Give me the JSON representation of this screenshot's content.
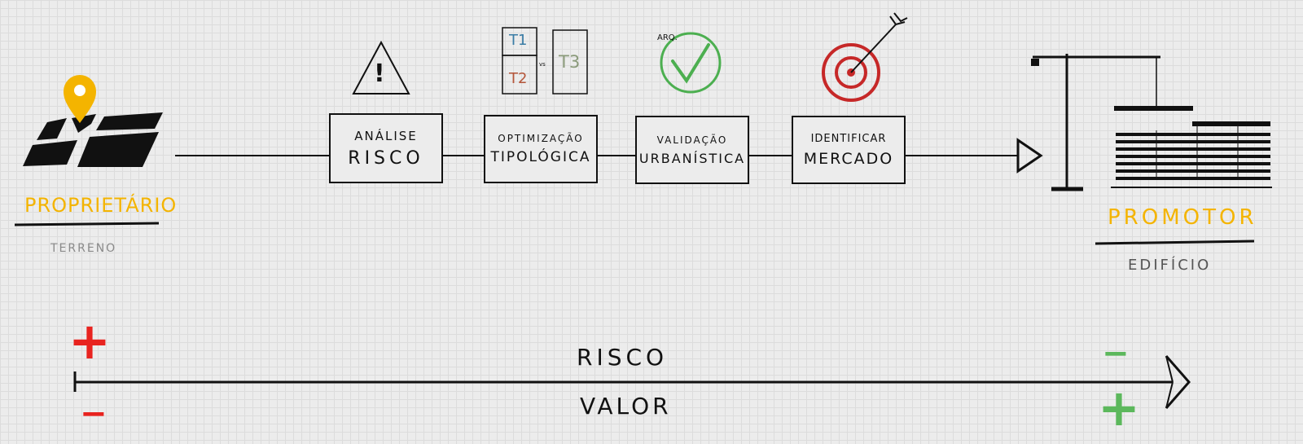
{
  "left": {
    "title": "PROPRIETÁRIO",
    "subtitle": "TERRENO"
  },
  "right": {
    "title": "PROMOTOR",
    "subtitle": "EDIFÍCIO"
  },
  "steps": [
    {
      "line1": "ANÁLISE",
      "line2": "RISCO"
    },
    {
      "line1": "OPTIMIZAÇÃO",
      "line2": "TIPOLÓGICA"
    },
    {
      "line1": "VALIDAÇÃO",
      "line2": "URBANÍSTICA"
    },
    {
      "line1": "IDENTIFICAR",
      "line2": "MERCADO"
    }
  ],
  "icons": {
    "warning": "!",
    "typology": {
      "t1": "T1",
      "t2": "T2",
      "vs": "vs",
      "t3": "T3"
    },
    "check_label": "ARQ."
  },
  "scale": {
    "top_label": "RISCO",
    "bottom_label": "VALOR",
    "left_top_sign": "+",
    "left_bottom_sign": "−",
    "right_top_sign": "−",
    "right_bottom_sign": "+"
  },
  "colors": {
    "accent_orange": "#f4b400",
    "plus_red": "#e8231f",
    "minus_red": "#e8231f",
    "plus_green": "#5cb85c",
    "target_red": "#c62828",
    "check_green": "#4caf50",
    "t1_blue": "#3a7ca5",
    "t2_brown": "#b5563a",
    "t3_grey": "#8a9a7a"
  }
}
